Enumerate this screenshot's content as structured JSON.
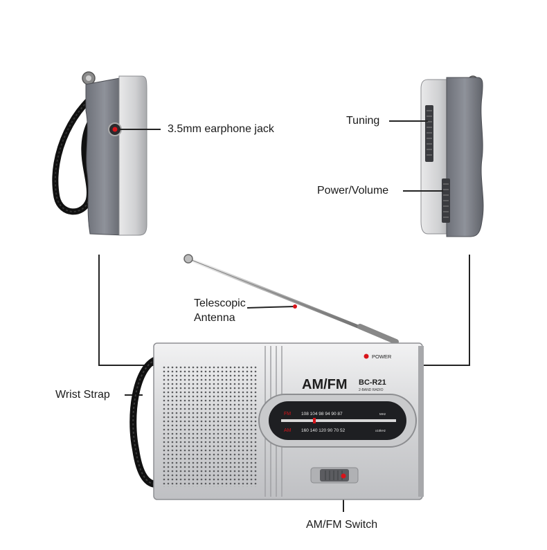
{
  "callouts": {
    "earphone_jack": "3.5mm earphone jack",
    "tuning": "Tuning",
    "power_volume": "Power/Volume",
    "antenna_line1": "Telescopic",
    "antenna_line2": "Antenna",
    "wrist_strap": "Wrist Strap",
    "am_fm_switch": "AM/FM Switch"
  },
  "radio": {
    "brand": "AM/FM",
    "model": "BC-R21",
    "subtitle": "2-BAND RADIO",
    "power_label": "POWER",
    "fm_band": "FM",
    "am_band": "AM",
    "fm_scale": "108 104  98  94  90  87",
    "fm_unit": "MHz",
    "am_scale": "160 140 120  90  70  52",
    "am_unit": "x10kHz"
  },
  "colors": {
    "accent_red": "#d8141a",
    "body_silver": "#d9d9db",
    "side_grey": "#7d8088",
    "strap_black": "#111111",
    "line_black": "#222222"
  }
}
